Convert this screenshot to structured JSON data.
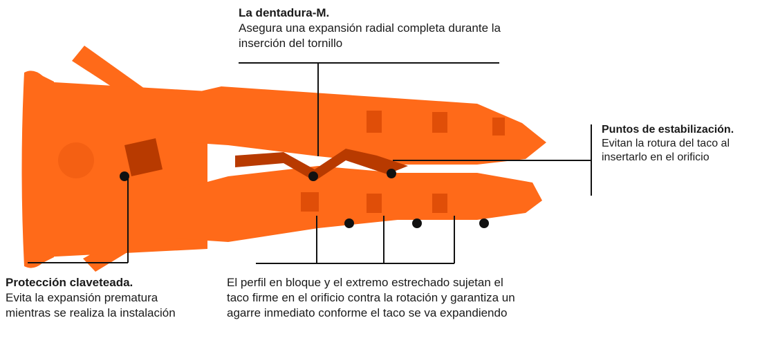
{
  "colors": {
    "plug": "#ff6a19",
    "plug_shadow": "#e04e08",
    "plug_dark": "#b83a00",
    "line": "#111111"
  },
  "callouts": {
    "dentadura": {
      "title": "La dentadura-M.",
      "body": "Asegura una expansión radial completa durante la inserción del tornillo"
    },
    "estabilizacion": {
      "title": "Puntos de estabilización.",
      "body": "Evitan la rotura del taco al insertarlo en el orificio"
    },
    "proteccion": {
      "title": "Protección claveteada.",
      "body": "Evita la expansión prematura mientras se realiza la instalación"
    },
    "perfil": {
      "title": "",
      "body": "El perfil en bloque y el extremo estrechado sujetan el taco firme en el orificio contra la rotación y garantiza un agarre inmediato conforme el taco se va expandiendo"
    }
  }
}
